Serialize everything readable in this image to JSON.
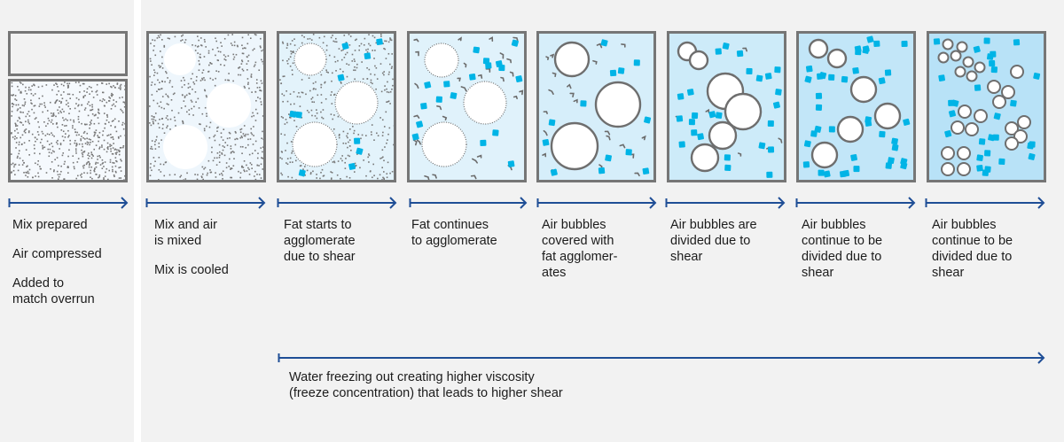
{
  "title": "Ice cream freezing process stages",
  "colors": {
    "panel_bg": "#f2f2f2",
    "box_border": "#767676",
    "arrow": "#1f4e96",
    "fat_particle": "#00b4e6",
    "fat_agglomerate": "#6b6b6b",
    "air_bubble": "#ffffff"
  },
  "stages": [
    {
      "id": "stage-1",
      "texts": [
        "Mix prepared",
        "Air compressed",
        "Added to\nmatch overrun"
      ],
      "fill": "#f5f9fd",
      "icon": "mix-and-air-container"
    },
    {
      "id": "stage-2",
      "texts": [
        "Mix and air\nis mixed",
        "Mix is cooled"
      ],
      "fill": "#eef6fc",
      "icon": "large-air-bubbles"
    },
    {
      "id": "stage-3",
      "texts": [
        "Fat starts to\nagglomerate\ndue to shear"
      ],
      "fill": "#e3f3fb",
      "icon": "fat-starting-agglomeration"
    },
    {
      "id": "stage-4",
      "texts": [
        "Fat continues\nto agglomerate"
      ],
      "fill": "#e0f2fb",
      "icon": "fat-agglomerating"
    },
    {
      "id": "stage-5",
      "texts": [
        "Air bubbles\ncovered with\nfat agglomer-\nates"
      ],
      "fill": "#d6eefa",
      "icon": "bubbles-covered-with-fat"
    },
    {
      "id": "stage-6",
      "texts": [
        "Air bubbles are\ndivided due to\nshear"
      ],
      "fill": "#cdebf9",
      "icon": "bubbles-dividing"
    },
    {
      "id": "stage-7",
      "texts": [
        "Air bubbles\ncontinue to be\ndivided due to\nshear"
      ],
      "fill": "#c2e6f8",
      "icon": "smaller-bubbles"
    },
    {
      "id": "stage-8",
      "texts": [
        "Air bubbles\ncontinue to be\ndivided due to\nshear"
      ],
      "fill": "#b8e2f7",
      "icon": "many-small-bubbles"
    }
  ],
  "bottom_note": "Water freezing out creating higher viscosity\n(freeze concentration) that leads to higher shear"
}
